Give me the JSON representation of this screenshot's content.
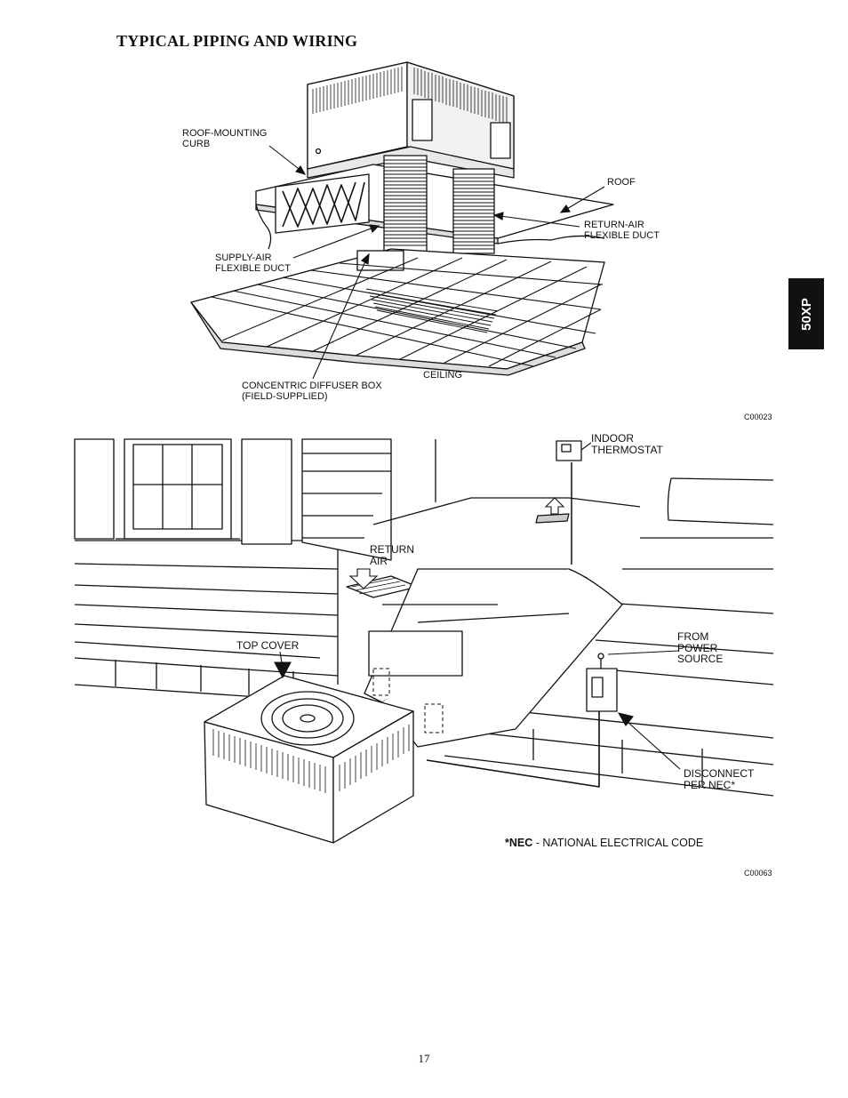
{
  "page": {
    "title": "TYPICAL PIPING AND WIRING",
    "side_tab": "50XP",
    "page_number": "17"
  },
  "figure1": {
    "code": "C00023",
    "labels": {
      "roof_mounting_curb": "ROOF-MOUNTING\nCURB",
      "roof": "ROOF",
      "return_air_duct": "RETURN-AIR\nFLEXIBLE DUCT",
      "supply_air_duct": "SUPPLY-AIR\nFLEXIBLE DUCT",
      "ceiling": "CEILING",
      "diffuser_box": "CONCENTRIC DIFFUSER BOX\n(FIELD-SUPPLIED)"
    }
  },
  "figure2": {
    "code": "C00063",
    "labels": {
      "indoor_thermostat": "INDOOR\nTHERMOSTAT",
      "return_air": "RETURN\nAIR",
      "top_cover": "TOP COVER",
      "from_power_source": "FROM\nPOWER\nSOURCE",
      "disconnect": "DISCONNECT\nPER NEC*"
    },
    "footnote_bold": "*NEC",
    "footnote_text": " - NATIONAL ELECTRICAL CODE"
  }
}
